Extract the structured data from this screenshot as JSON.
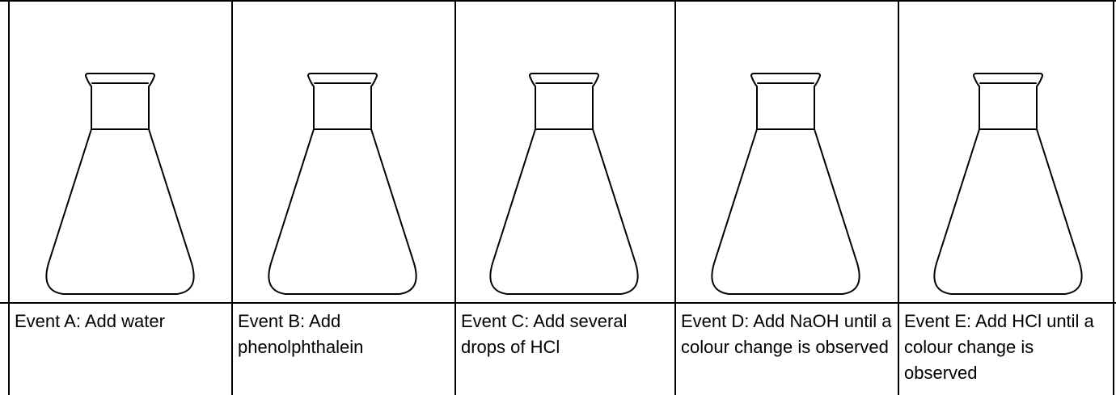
{
  "table": {
    "columns": [
      {
        "id": "A",
        "icon": "erlenmeyer-flask-icon",
        "caption": "Event A: Add water"
      },
      {
        "id": "B",
        "icon": "erlenmeyer-flask-icon",
        "caption": "Event B: Add phenolphthalein"
      },
      {
        "id": "C",
        "icon": "erlenmeyer-flask-icon",
        "caption": "Event C: Add several drops of HCl"
      },
      {
        "id": "D",
        "icon": "erlenmeyer-flask-icon",
        "caption": "Event D: Add NaOH until a colour change is observed"
      },
      {
        "id": "E",
        "icon": "erlenmeyer-flask-icon",
        "caption": "Event E: Add HCl until a colour change is observed"
      }
    ]
  }
}
